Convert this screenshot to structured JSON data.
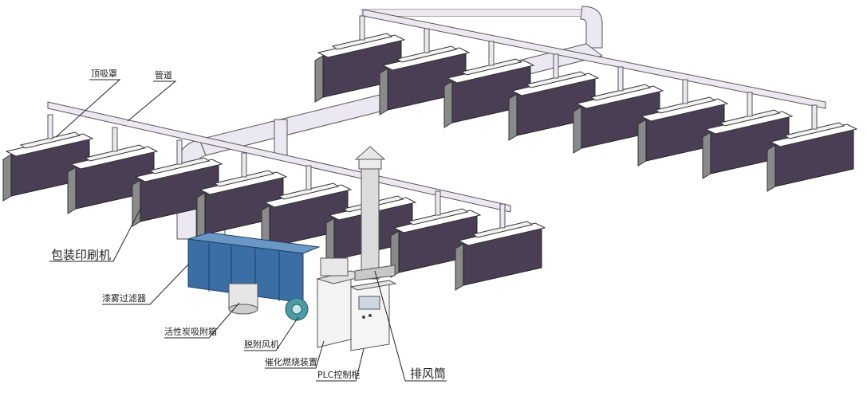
{
  "labels": {
    "top_hood": "顶吸罩",
    "duct": "管道",
    "printing_machine": "包装印刷机",
    "paint_mist_filter": "漆雾过滤器",
    "activated_carbon_box": "活性炭吸附箱",
    "desorption_fan": "脱附风机",
    "catalytic_combustion": "催化燃烧装置",
    "plc_cabinet": "PLC控制柜",
    "exhaust_stack": "排风筒"
  },
  "colors": {
    "machine_body": "#4a3e55",
    "machine_side": "#8a8a8a",
    "pipe_fill": "#ece8f2",
    "pipe_stroke": "#555555",
    "filter_blue": "#3a6ea5",
    "cabinet_fill": "#f0f0f0"
  }
}
